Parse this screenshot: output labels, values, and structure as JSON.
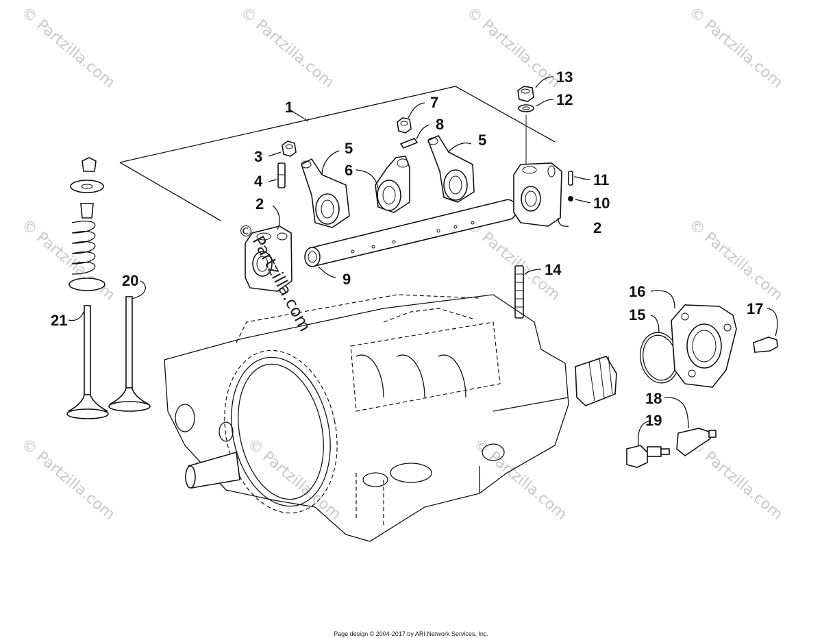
{
  "watermark": "© Partzilla.com",
  "center_watermark": "Partzilla.com",
  "callouts": [
    "1",
    "2",
    "2",
    "3",
    "4",
    "5",
    "5",
    "6",
    "7",
    "8",
    "9",
    "10",
    "11",
    "12",
    "13",
    "14",
    "15",
    "16",
    "17",
    "18",
    "19",
    "20",
    "21"
  ],
  "footer": "Page design © 2004-2017 by ARI Network Services, Inc."
}
